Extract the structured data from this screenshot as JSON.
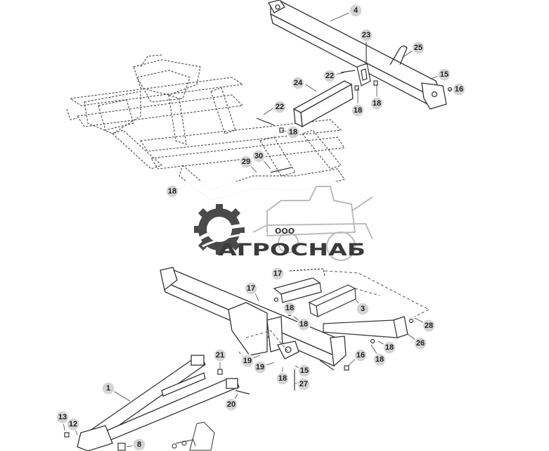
{
  "diagram": {
    "top_callouts": [
      {
        "id": "c4",
        "label": "4"
      },
      {
        "id": "c23",
        "label": "23"
      },
      {
        "id": "c25",
        "label": "25"
      },
      {
        "id": "c22a",
        "label": "22"
      },
      {
        "id": "c24",
        "label": "24"
      },
      {
        "id": "c15a",
        "label": "15"
      },
      {
        "id": "c16a",
        "label": "16"
      },
      {
        "id": "c18a",
        "label": "18"
      },
      {
        "id": "c18b",
        "label": "18"
      },
      {
        "id": "c22b",
        "label": "22"
      },
      {
        "id": "c18c",
        "label": "18"
      },
      {
        "id": "c30",
        "label": "30"
      },
      {
        "id": "c29",
        "label": "29"
      },
      {
        "id": "c18d",
        "label": "18"
      }
    ],
    "bottom_callouts": [
      {
        "id": "c17a",
        "label": "17"
      },
      {
        "id": "c17b",
        "label": "17"
      },
      {
        "id": "c18e",
        "label": "18"
      },
      {
        "id": "c18f",
        "label": "18"
      },
      {
        "id": "c3",
        "label": "3"
      },
      {
        "id": "c28",
        "label": "28"
      },
      {
        "id": "c18g",
        "label": "18"
      },
      {
        "id": "c26",
        "label": "26"
      },
      {
        "id": "c18h",
        "label": "18"
      },
      {
        "id": "c16b",
        "label": "16"
      },
      {
        "id": "c21",
        "label": "21"
      },
      {
        "id": "c19a",
        "label": "19"
      },
      {
        "id": "c19b",
        "label": "19"
      },
      {
        "id": "c15b",
        "label": "15"
      },
      {
        "id": "c18i",
        "label": "18"
      },
      {
        "id": "c27",
        "label": "27"
      },
      {
        "id": "c1",
        "label": "1"
      },
      {
        "id": "c20",
        "label": "20"
      },
      {
        "id": "c13",
        "label": "13"
      },
      {
        "id": "c12",
        "label": "12"
      },
      {
        "id": "c8",
        "label": "8"
      }
    ],
    "watermark": {
      "prefix": "ООО",
      "brand": "АГРОСНАБ"
    }
  }
}
